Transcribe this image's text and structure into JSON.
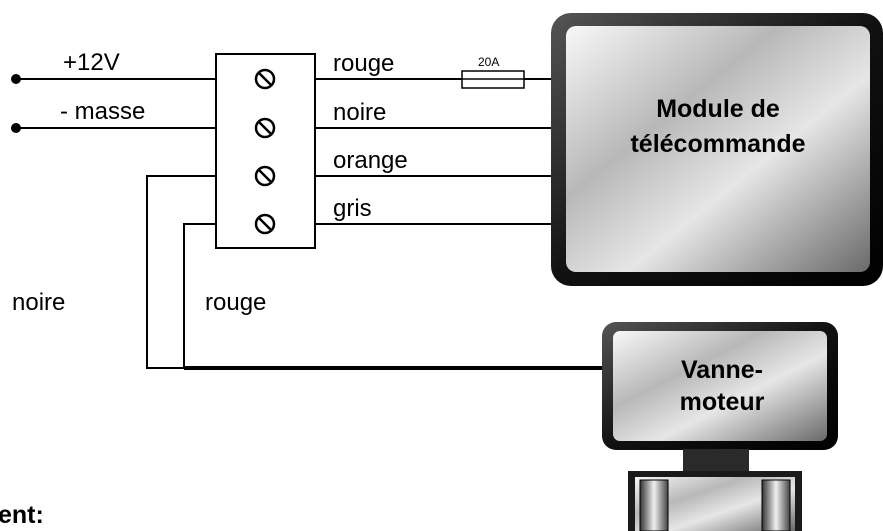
{
  "terminals": {
    "plus": "+12V",
    "ground": "- masse"
  },
  "wires_right": {
    "w1": "rouge",
    "w2": "noire",
    "w3": "orange",
    "w4": "gris"
  },
  "wires_down": {
    "left": "noire",
    "right": "rouge"
  },
  "fuse": {
    "label": "20A"
  },
  "module": {
    "line1": "Module de",
    "line2": "télécommande"
  },
  "motor": {
    "line1": "Vanne-",
    "line2": "moteur"
  },
  "footer": {
    "partial_text": "ent:"
  }
}
